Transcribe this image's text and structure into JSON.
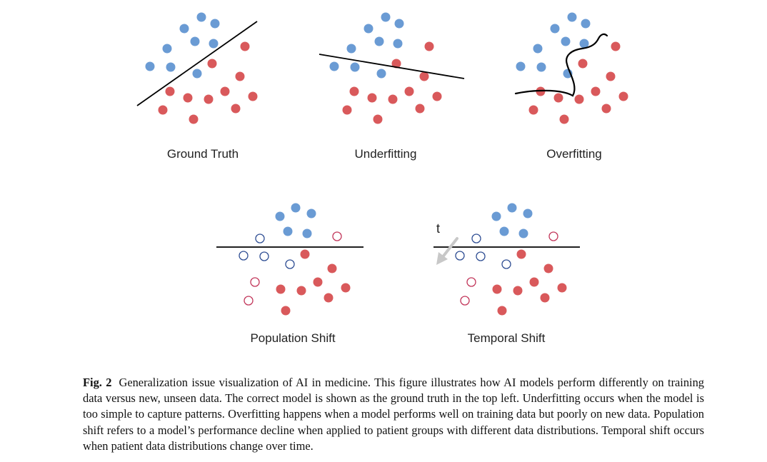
{
  "figure": {
    "panels": [
      {
        "id": "ground-truth",
        "label": "Ground Truth"
      },
      {
        "id": "underfitting",
        "label": "Underfitting"
      },
      {
        "id": "overfitting",
        "label": "Overfitting"
      },
      {
        "id": "population-shift",
        "label": "Population Shift"
      },
      {
        "id": "temporal-shift",
        "label": "Temporal Shift",
        "time_label": "t"
      }
    ],
    "colors": {
      "class_a": "#6a9bd4",
      "class_b": "#d9595b",
      "boundary": "#000000",
      "arrow": "#c8c8c8",
      "open_a": "#2e4d93",
      "open_b": "#c2365a"
    }
  },
  "caption": {
    "label": "Fig. 2",
    "text": "Generalization issue visualization of AI in medicine. This figure illustrates how AI models perform differently on training data versus new, unseen data. The correct model is shown as the ground truth in the top left. Underfitting occurs when the model is too simple to capture patterns. Overfitting happens when a model performs well on training data but poorly on new data. Population shift refers to a model’s performance decline when applied to patient groups with different data distributions. Temporal shift occurs when patient data distributions change over time."
  }
}
